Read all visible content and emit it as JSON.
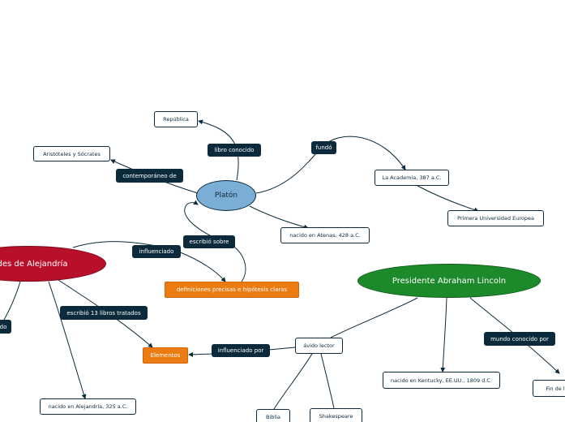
{
  "colors": {
    "line": "#0b2a3c",
    "platon": "#7aaed5",
    "euclides": "#b8102a",
    "lincoln": "#1c8a2a",
    "orange": "#ec7b12"
  },
  "nodes": {
    "platon": "Platón",
    "republica": "República",
    "libro_conocido": "libro conocido",
    "aristoteles": "Aristóteles y Sócrates",
    "contemporaneo": "contemporáneo de",
    "fundo": "fundó",
    "academia": "La Academia, 387 a.C.",
    "primera_universidad": "Primera Universidad Europea",
    "nacido_atenas": "nacido en Atenas, 428 a.C.",
    "escribio_sobre": "escribió sobre",
    "definiciones": "definiciones precisas e hipótesis claras",
    "influenciado": "influenciado",
    "euclides": "clides de Alejandría",
    "edge_do": "do",
    "escribio_13": "escribió 13 libros tratados",
    "elementos": "Elementos",
    "influenciado_por": "influenciado por",
    "nacido_alejandria": "nacido en Alejandría, 325 a.C.",
    "lincoln": "Presidente Abraham Lincoln",
    "avido_lector": "ávido lector",
    "biblia": "Biblia",
    "shakespeare": "Shakespeare",
    "nacido_kentucky": "nacido en Kentucky, EE.UU., 1809 d.C.",
    "mundo_conocido": "mundo conocido por",
    "fin_de_la": "Fin de la"
  }
}
